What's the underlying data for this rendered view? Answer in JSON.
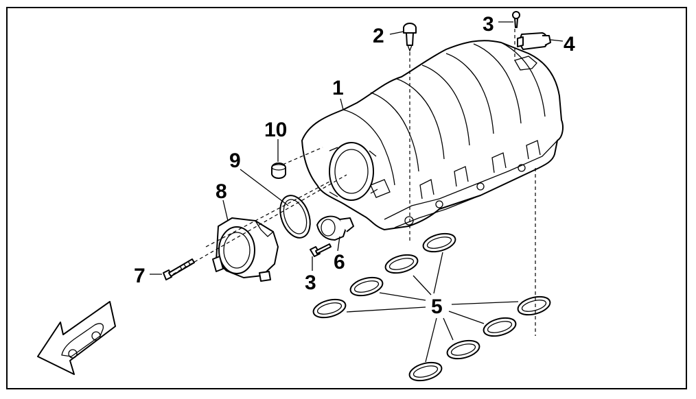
{
  "callouts": {
    "c1": "1",
    "c2": "2",
    "c3a": "3",
    "c3b": "3",
    "c4": "4",
    "c5": "5",
    "c6": "6",
    "c7": "7",
    "c8": "8",
    "c9": "9",
    "c10": "10"
  },
  "colors": {
    "line": "#000000",
    "background": "#ffffff"
  },
  "icons": {
    "direction": "vehicle-direction-arrow-icon"
  }
}
